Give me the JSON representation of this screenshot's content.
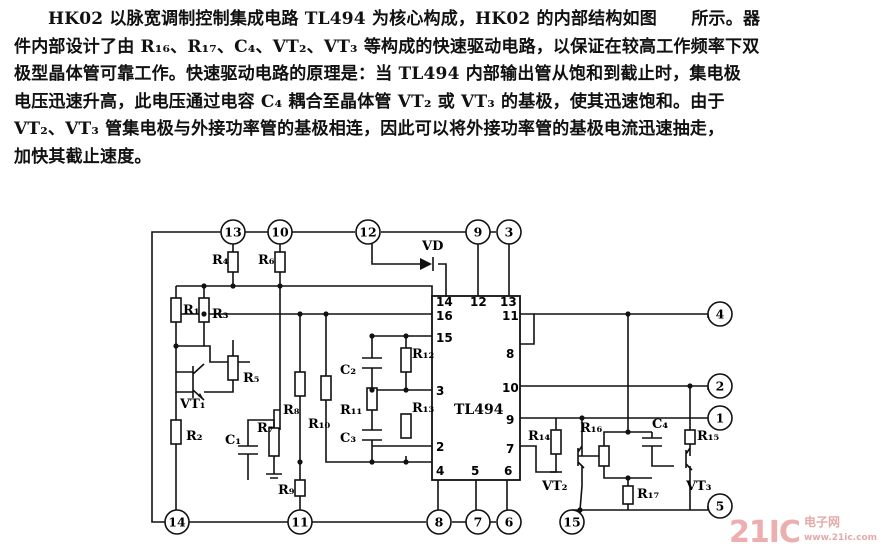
{
  "paragraph": {
    "line1": "HK02 以脉宽调制控制集成电路 TL494 为核心构成，HK02 的内部结构如图　　所示。器",
    "line2": "件内部设计了由 R₁₆、R₁₇、C₄、VT₂、VT₃ 等构成的快速驱动电路，以保证在较高工作频率下双",
    "line3": "极型晶体管可靠工作。快速驱动电路的原理是：当 TL494 内部输出管从饱和到截止时，集电极",
    "line4": "电压迅速升高，此电压通过电容 C₄ 耦合至晶体管 VT₂ 或 VT₃ 的基极，使其迅速饱和。由于",
    "line5": "VT₂、VT₃ 管集电极与外接功率管的基极相连，因此可以将外接功率管的基极电流迅速抽走，",
    "line6": "加快其截止速度。"
  },
  "terminals": {
    "t13": "13",
    "t10": "10",
    "t12": "12",
    "t9": "9",
    "t3": "3",
    "t4": "4",
    "t2": "2",
    "t1": "1",
    "t5": "5",
    "t14": "14",
    "t11": "11",
    "t8": "8",
    "t7": "7",
    "t6": "6",
    "t15": "15"
  },
  "ic": {
    "name": "TL494",
    "pins": {
      "p14": "14",
      "p12": "12",
      "p13": "13",
      "p16": "16",
      "p15": "15",
      "p3": "3",
      "p2": "2",
      "p4": "4",
      "p5": "5",
      "p6": "6",
      "p11": "11",
      "p8": "8",
      "p10": "10",
      "p9": "9",
      "p7": "7"
    }
  },
  "components": {
    "R4": "R₄",
    "R6": "R₆",
    "R1": "R₁",
    "R3": "R₃",
    "R5": "R₅",
    "VT1": "VT₁",
    "R2": "R₂",
    "C1": "C₁",
    "R7": "R₇",
    "R8": "R₈",
    "R9": "R₉",
    "R10": "R₁₀",
    "R11": "R₁₁",
    "C2": "C₂",
    "C3": "C₃",
    "R12": "R₁₂",
    "R13": "R₁₃",
    "VD": "VD",
    "R14": "R₁₄",
    "VT2": "VT₂",
    "R16": "R₁₆",
    "C4": "C₄",
    "R17": "R₁₇",
    "R15": "R₁₅",
    "VT3": "VT₃"
  },
  "watermark": {
    "brand": "21IC",
    "cn": "电子网",
    "url": "www.21ic.com"
  }
}
